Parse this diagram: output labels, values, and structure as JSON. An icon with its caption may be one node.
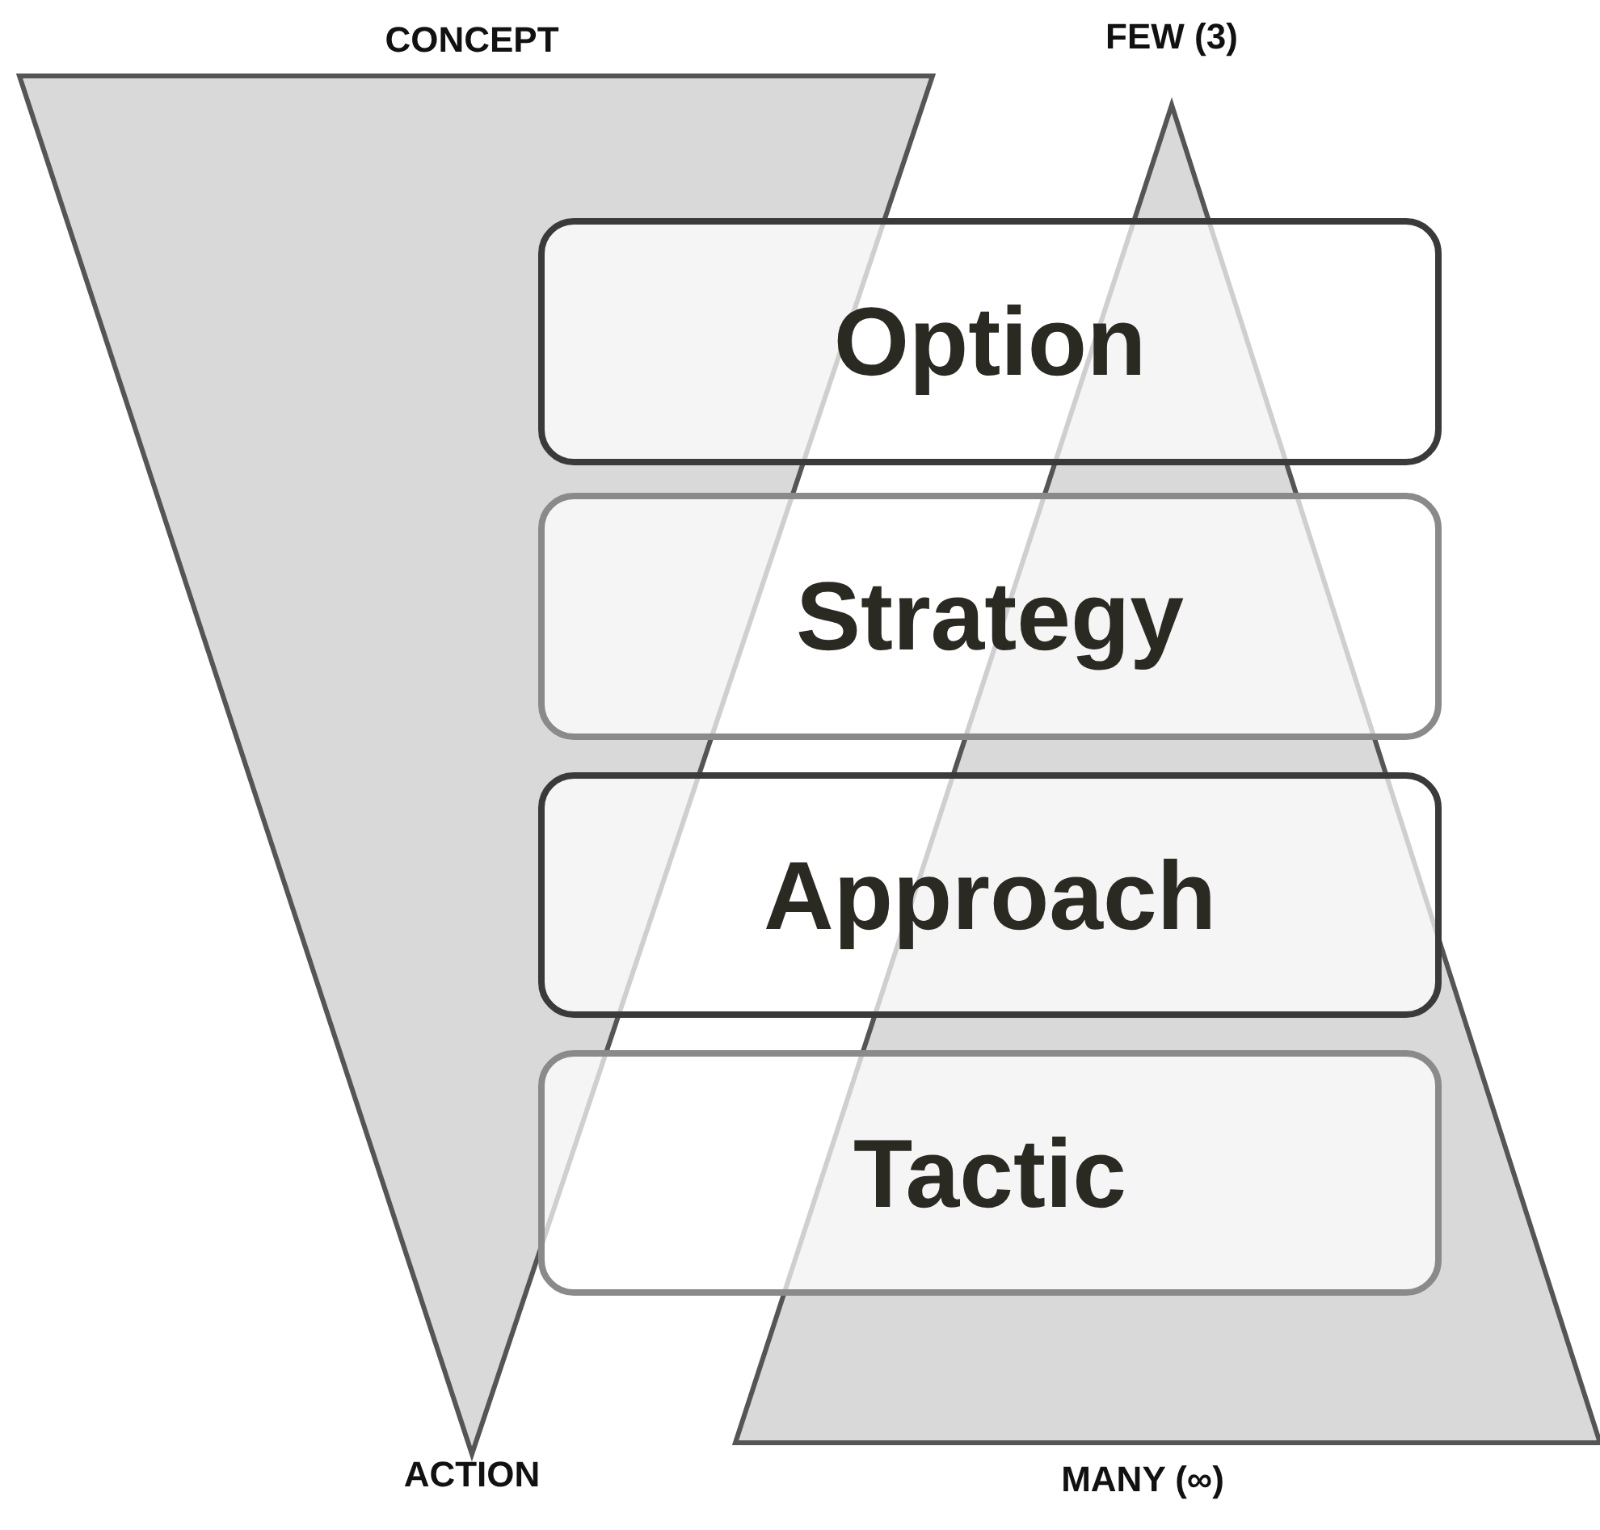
{
  "diagram": {
    "nodes": [
      {
        "text": [
          "CONCEPT",
          "ACTION"
        ]
      },
      {
        "text": [
          "FEW (3)",
          "MANY (∞)"
        ]
      },
      {
        "text": [
          "Option"
        ]
      },
      {
        "text": [
          "Strategy"
        ]
      },
      {
        "text": [
          "Approach"
        ]
      },
      {
        "text": [
          "Tactic"
        ]
      }
    ]
  }
}
